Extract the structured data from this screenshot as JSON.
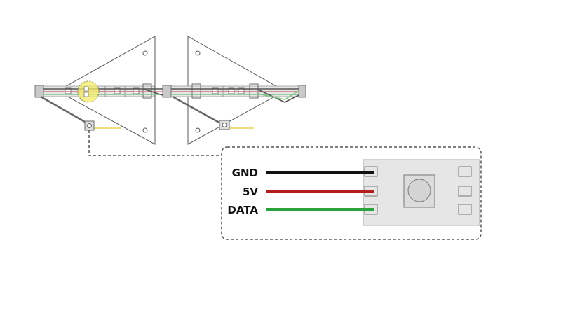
{
  "diagram": {
    "colors": {
      "outline": "#5a5a5a",
      "panel_fill": "#ffffff",
      "strip_fill": "#e6e6e6",
      "strip_stroke": "#9a9a9a",
      "connector_fill": "#c9c9c9",
      "highlight_fill": "#f4ee6a",
      "highlight_stroke": "#8a8a3a",
      "extra_wire": "#f1dc86",
      "dashed": "#555555"
    },
    "panels": [
      {
        "id": "left-panel"
      },
      {
        "id": "right-panel"
      }
    ],
    "detail": {
      "wires": [
        {
          "label": "GND",
          "color": "#111111"
        },
        {
          "label": "5V",
          "color": "#b21e1e"
        },
        {
          "label": "DATA",
          "color": "#2ba23a"
        }
      ]
    }
  }
}
